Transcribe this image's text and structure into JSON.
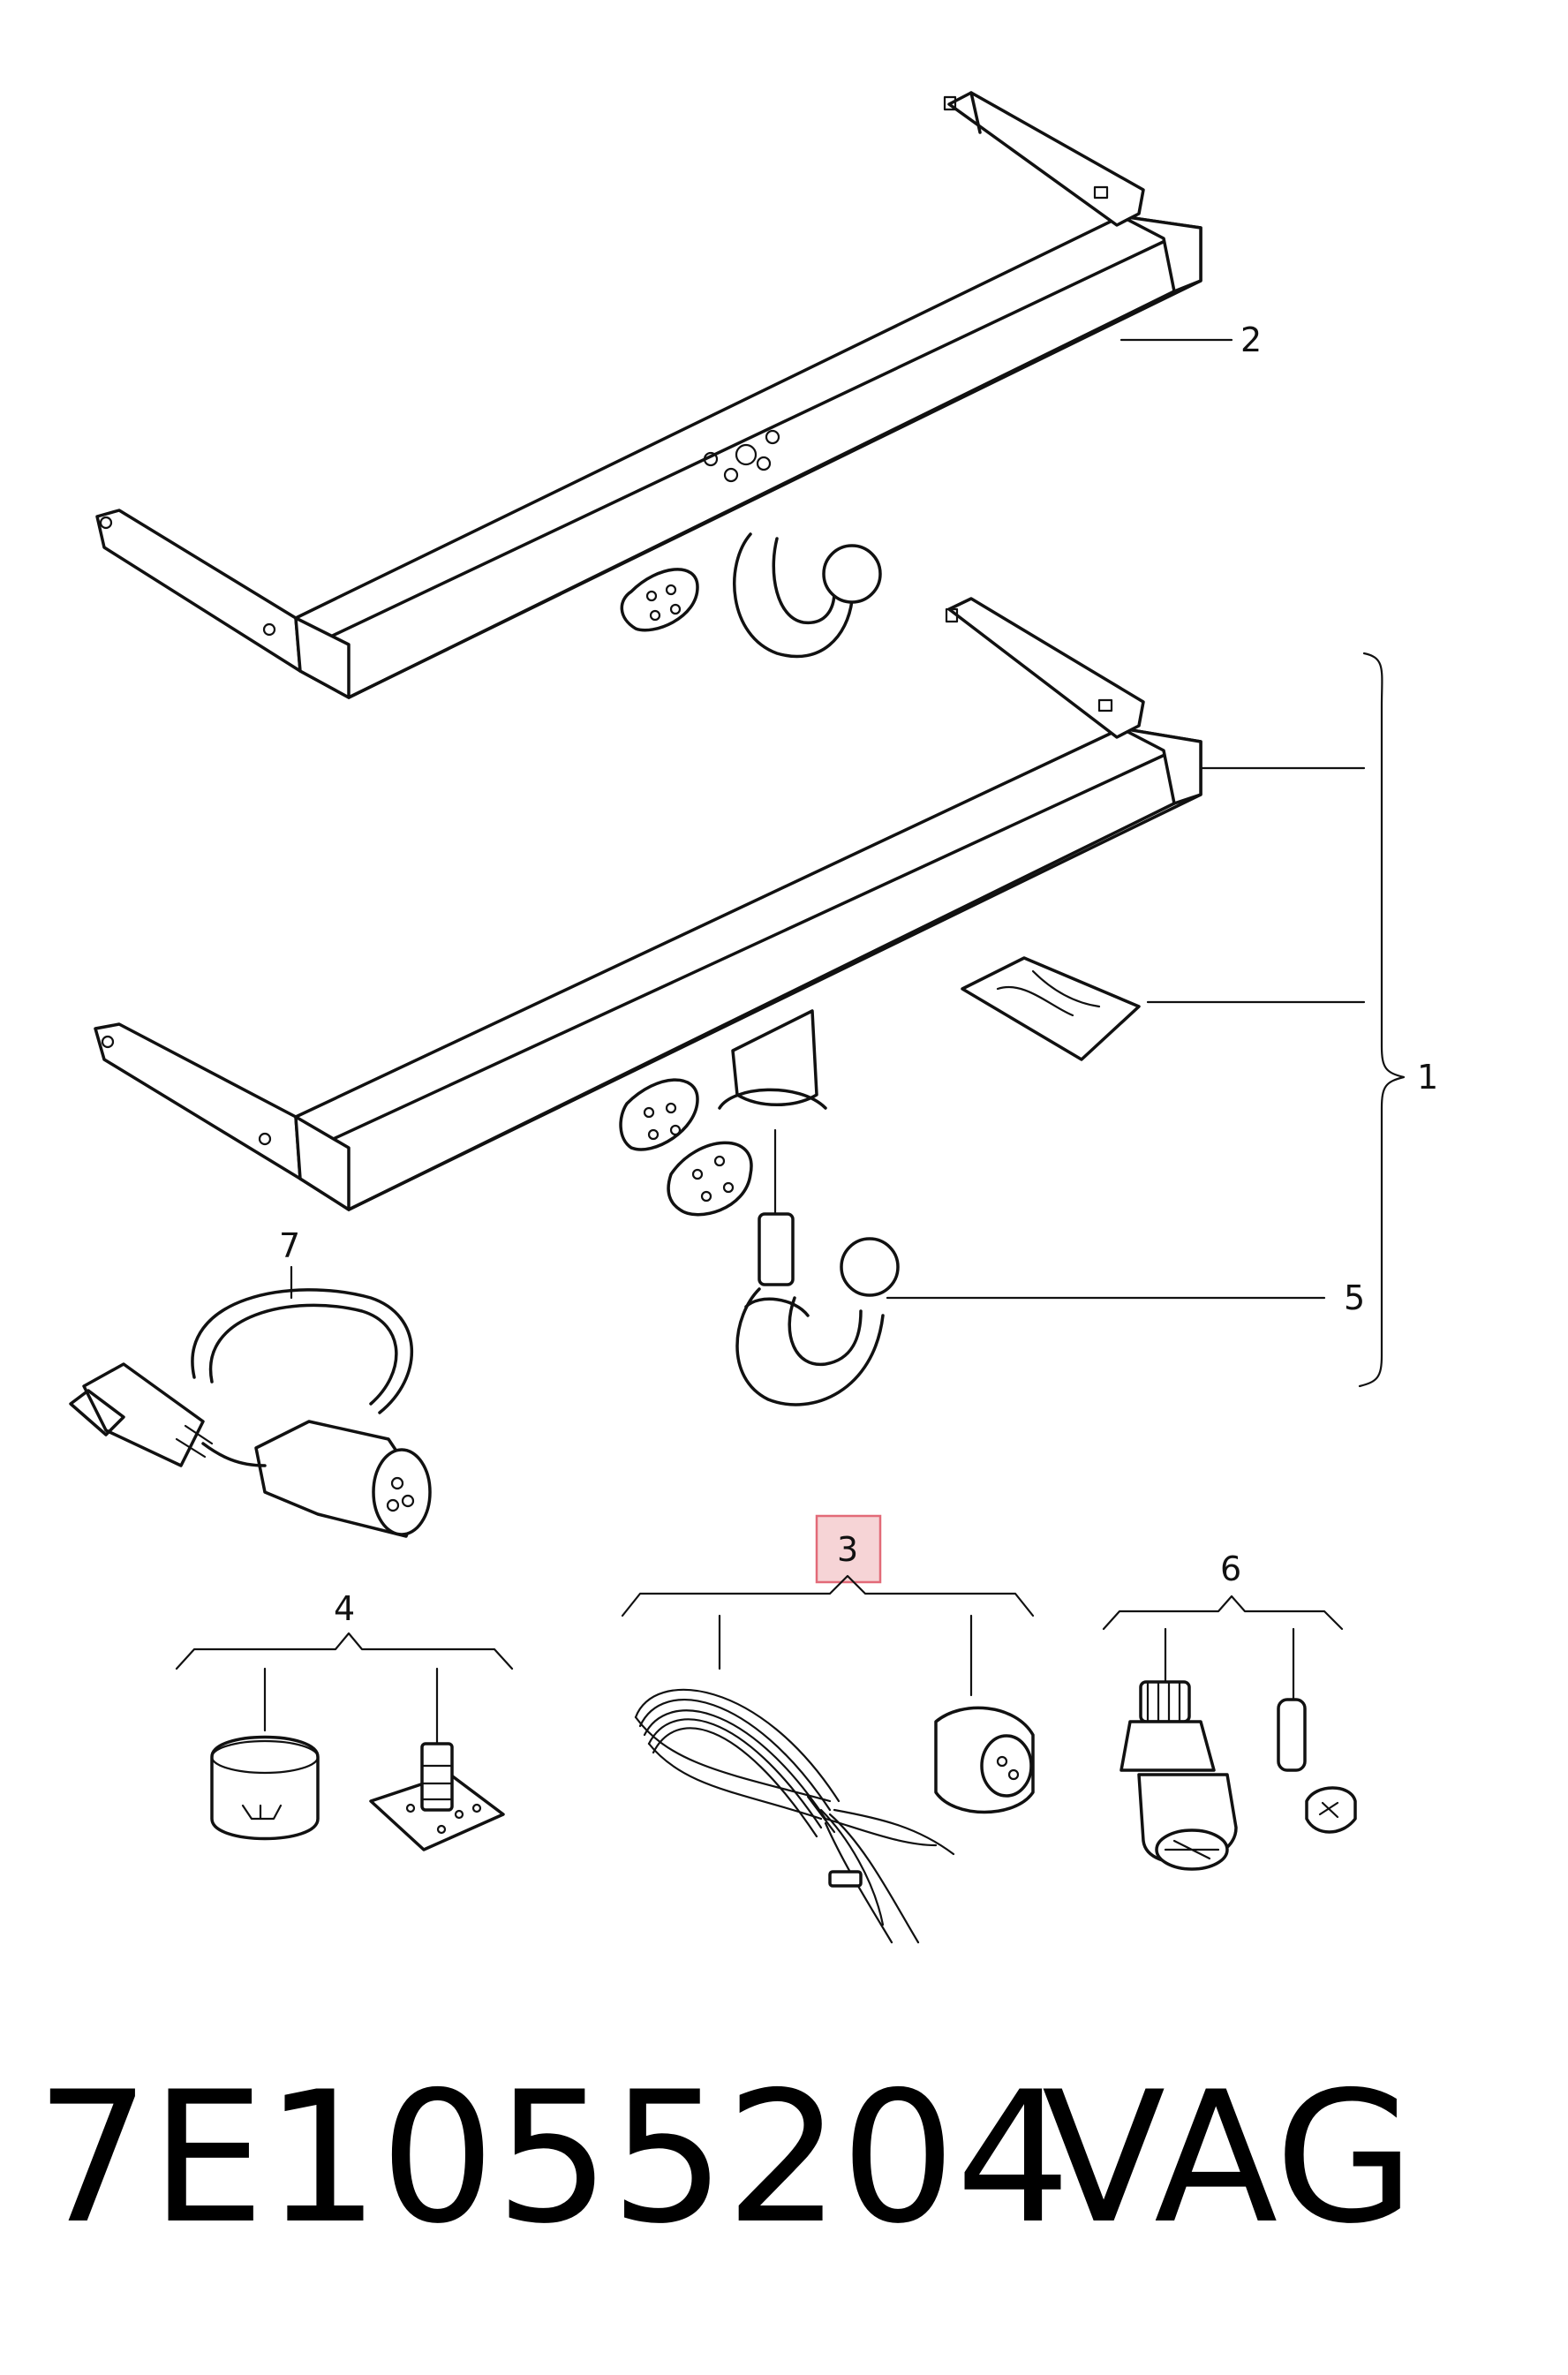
{
  "diagram": {
    "callouts": [
      {
        "id": "c1",
        "label": "1"
      },
      {
        "id": "c2",
        "label": "2"
      },
      {
        "id": "c3",
        "label": "3",
        "highlighted": true
      },
      {
        "id": "c4",
        "label": "4"
      },
      {
        "id": "c5",
        "label": "5"
      },
      {
        "id": "c6",
        "label": "6"
      },
      {
        "id": "c7",
        "label": "7"
      }
    ],
    "highlight_color": "#e26a78"
  },
  "footer": {
    "part_number": "7E1055204",
    "brand": "VAG"
  }
}
